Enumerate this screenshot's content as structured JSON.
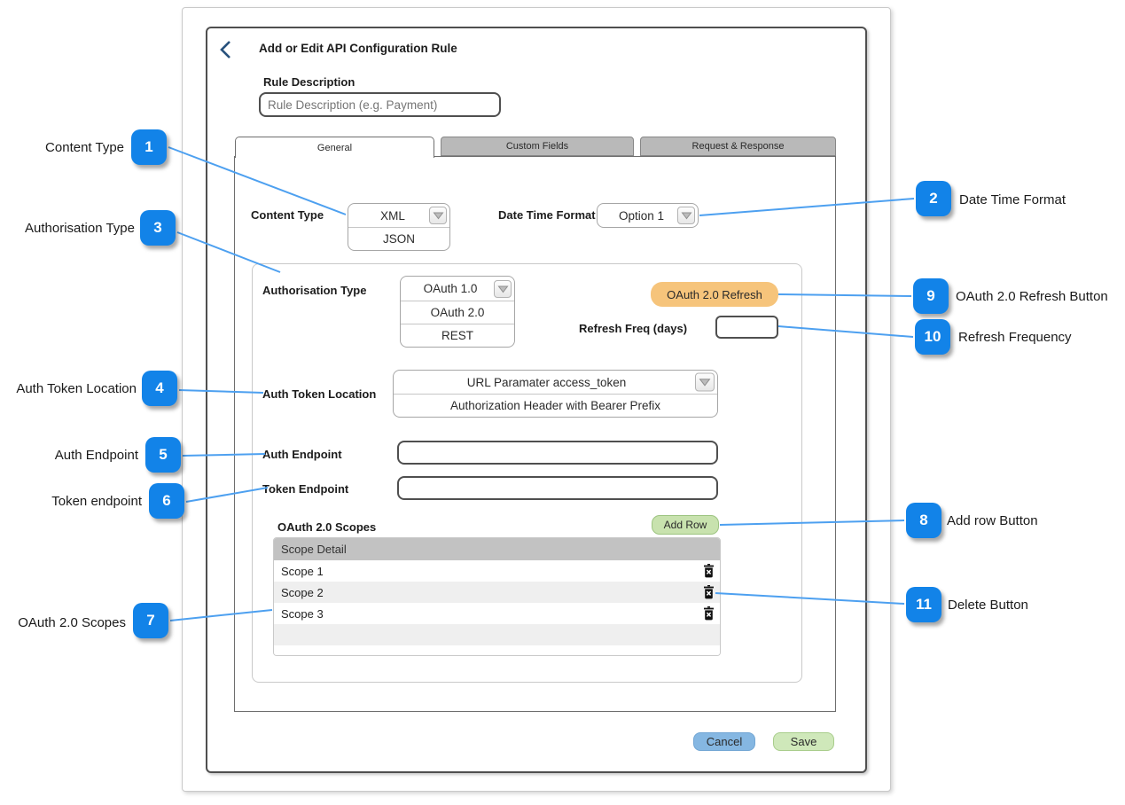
{
  "header": {
    "title": "Add or Edit API Configuration Rule"
  },
  "rule_description": {
    "label": "Rule Description",
    "placeholder": "Rule Description (e.g. Payment)"
  },
  "tabs": {
    "general": "General",
    "custom_fields": "Custom Fields",
    "request_response": "Request & Response"
  },
  "general_tab": {
    "content_type": {
      "label": "Content Type",
      "selected": "XML",
      "option": "JSON"
    },
    "date_time_format": {
      "label": "Date Time Format",
      "selected": "Option 1"
    },
    "auth": {
      "type_label": "Authorisation Type",
      "type_selected": "OAuth 1.0",
      "type_options": [
        "OAuth 2.0",
        "REST"
      ],
      "refresh_button": "OAuth 2.0 Refresh",
      "refresh_freq_label": "Refresh Freq (days)",
      "refresh_freq_value": "",
      "token_location_label": "Auth Token Location",
      "token_location_selected": "URL Paramater access_token",
      "token_location_option": "Authorization Header with Bearer Prefix",
      "auth_endpoint_label": "Auth Endpoint",
      "auth_endpoint_value": "",
      "token_endpoint_label": "Token Endpoint",
      "token_endpoint_value": "",
      "scopes": {
        "title": "OAuth 2.0 Scopes",
        "add_row": "Add Row",
        "column_header": "Scope Detail",
        "rows": [
          "Scope 1",
          "Scope 2",
          "Scope 3"
        ]
      }
    }
  },
  "footer": {
    "cancel": "Cancel",
    "save": "Save"
  },
  "callouts": [
    {
      "num": "1",
      "label": "Content Type"
    },
    {
      "num": "2",
      "label": "Date Time Format"
    },
    {
      "num": "3",
      "label": "Authorisation Type"
    },
    {
      "num": "4",
      "label": "Auth Token Location"
    },
    {
      "num": "5",
      "label": "Auth Endpoint"
    },
    {
      "num": "6",
      "label": "Token endpoint"
    },
    {
      "num": "7",
      "label": "OAuth 2.0 Scopes"
    },
    {
      "num": "8",
      "label": "Add row Button"
    },
    {
      "num": "9",
      "label": "OAuth 2.0 Refresh Button"
    },
    {
      "num": "10",
      "label": "Refresh Frequency"
    },
    {
      "num": "11",
      "label": "Delete Button"
    }
  ],
  "colors": {
    "callout_blue": "#1283e8",
    "line_blue": "#4da0f0",
    "refresh_orange": "#f6c47b",
    "add_row_green": "#c8e2ae",
    "cancel_blue": "#85b7e2",
    "save_green": "#cfe8ba",
    "tab_gray": "#b9b9b9"
  }
}
